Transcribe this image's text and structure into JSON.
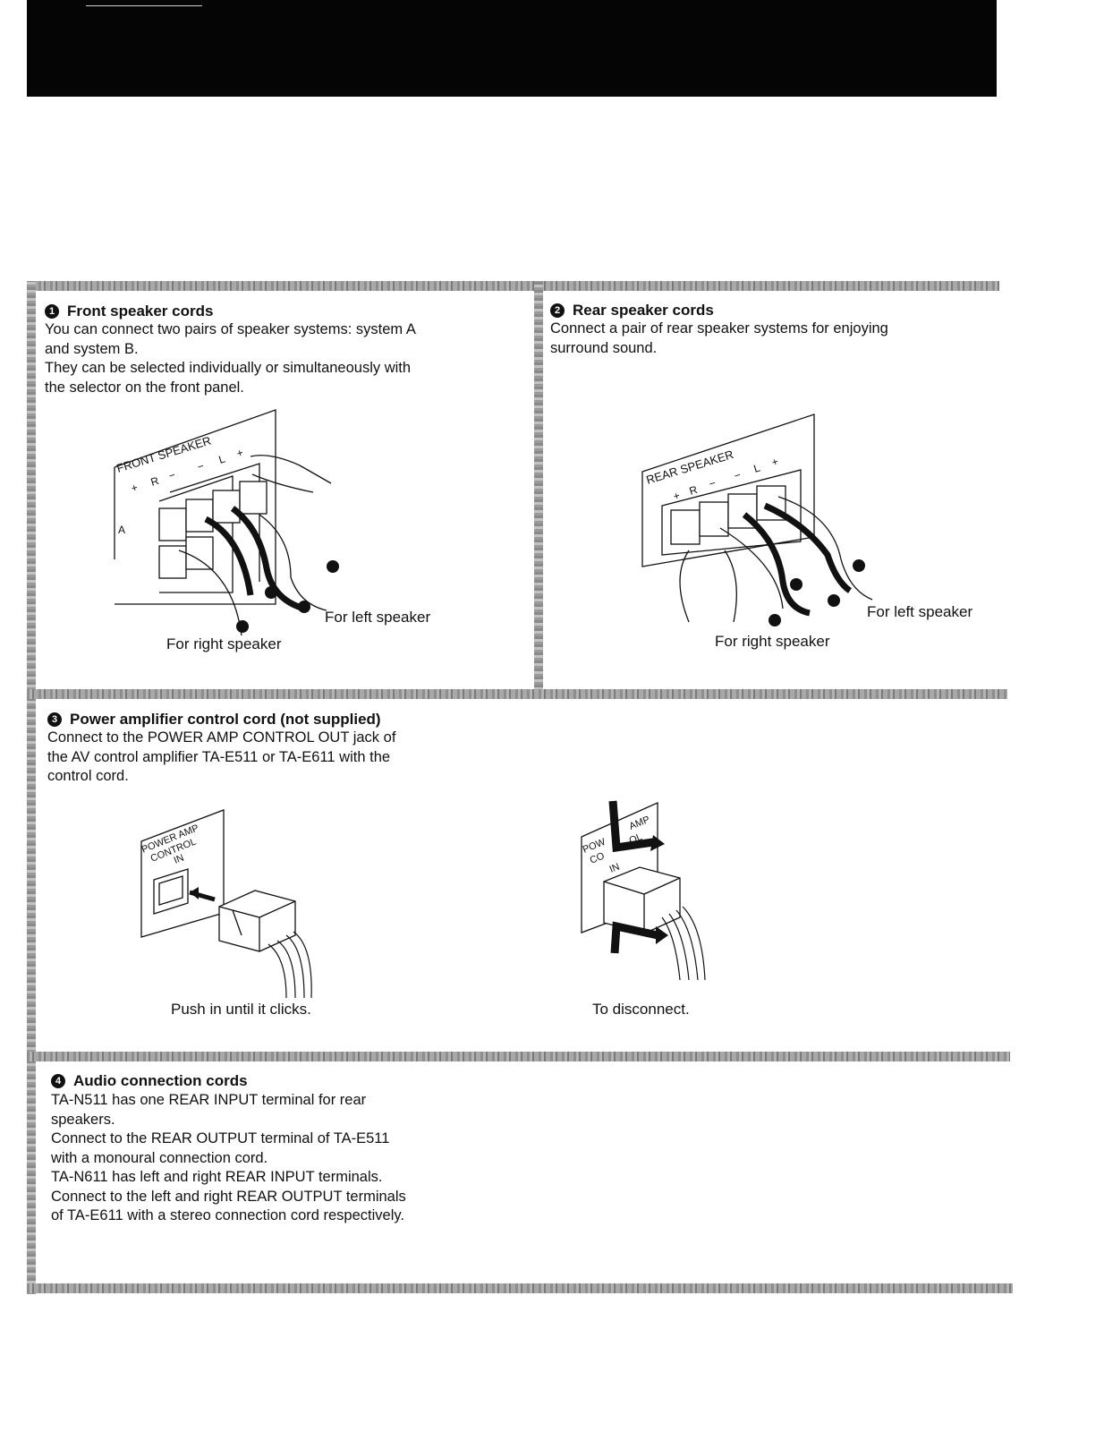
{
  "section1": {
    "number": "1",
    "title": "Front speaker cords",
    "body": [
      "You can connect two pairs of speaker systems: system A",
      "and system B.",
      "They can be selected individually or simultaneously with",
      "the selector on the front panel."
    ],
    "figure": {
      "panel_label": "FRONT SPEAKER",
      "terminal_labels": [
        "+",
        "R",
        "−",
        "−",
        "L",
        "+"
      ],
      "row_label": "A",
      "caption_left": "For left speaker",
      "caption_right": "For right speaker"
    }
  },
  "section2": {
    "number": "2",
    "title": "Rear speaker cords",
    "body": [
      "Connect a pair of rear speaker systems for enjoying",
      "surround sound."
    ],
    "figure": {
      "panel_label": "REAR SPEAKER",
      "terminal_labels": [
        "+",
        "R",
        "−",
        "−",
        "L",
        "+"
      ],
      "caption_left": "For left speaker",
      "caption_right": "For right speaker"
    }
  },
  "section3": {
    "number": "3",
    "title": "Power amplifier control cord (not supplied)",
    "body": [
      "Connect to the POWER AMP CONTROL OUT jack of",
      "the AV control amplifier TA-E511 or TA-E611 with the",
      "control cord."
    ],
    "figure_left": {
      "panel_label_1": "POWER AMP",
      "panel_label_2": "CONTROL",
      "panel_label_3": "IN",
      "caption": "Push in until it clicks."
    },
    "figure_right": {
      "panel_label_1": "POW",
      "panel_label_1b": "AMP",
      "panel_label_2": "CO",
      "panel_label_2b": "OL",
      "panel_label_3": "IN",
      "caption": "To disconnect."
    }
  },
  "section4": {
    "number": "4",
    "title": "Audio connection cords",
    "body": [
      "TA-N511 has one REAR INPUT terminal for rear",
      "speakers.",
      "Connect to the REAR OUTPUT terminal of TA-E511",
      "with a monoural connection cord.",
      "TA-N611 has left and right REAR INPUT terminals.",
      "Connect to the left and right REAR OUTPUT terminals",
      "of TA-E611 with a stereo connection cord respectively."
    ]
  }
}
